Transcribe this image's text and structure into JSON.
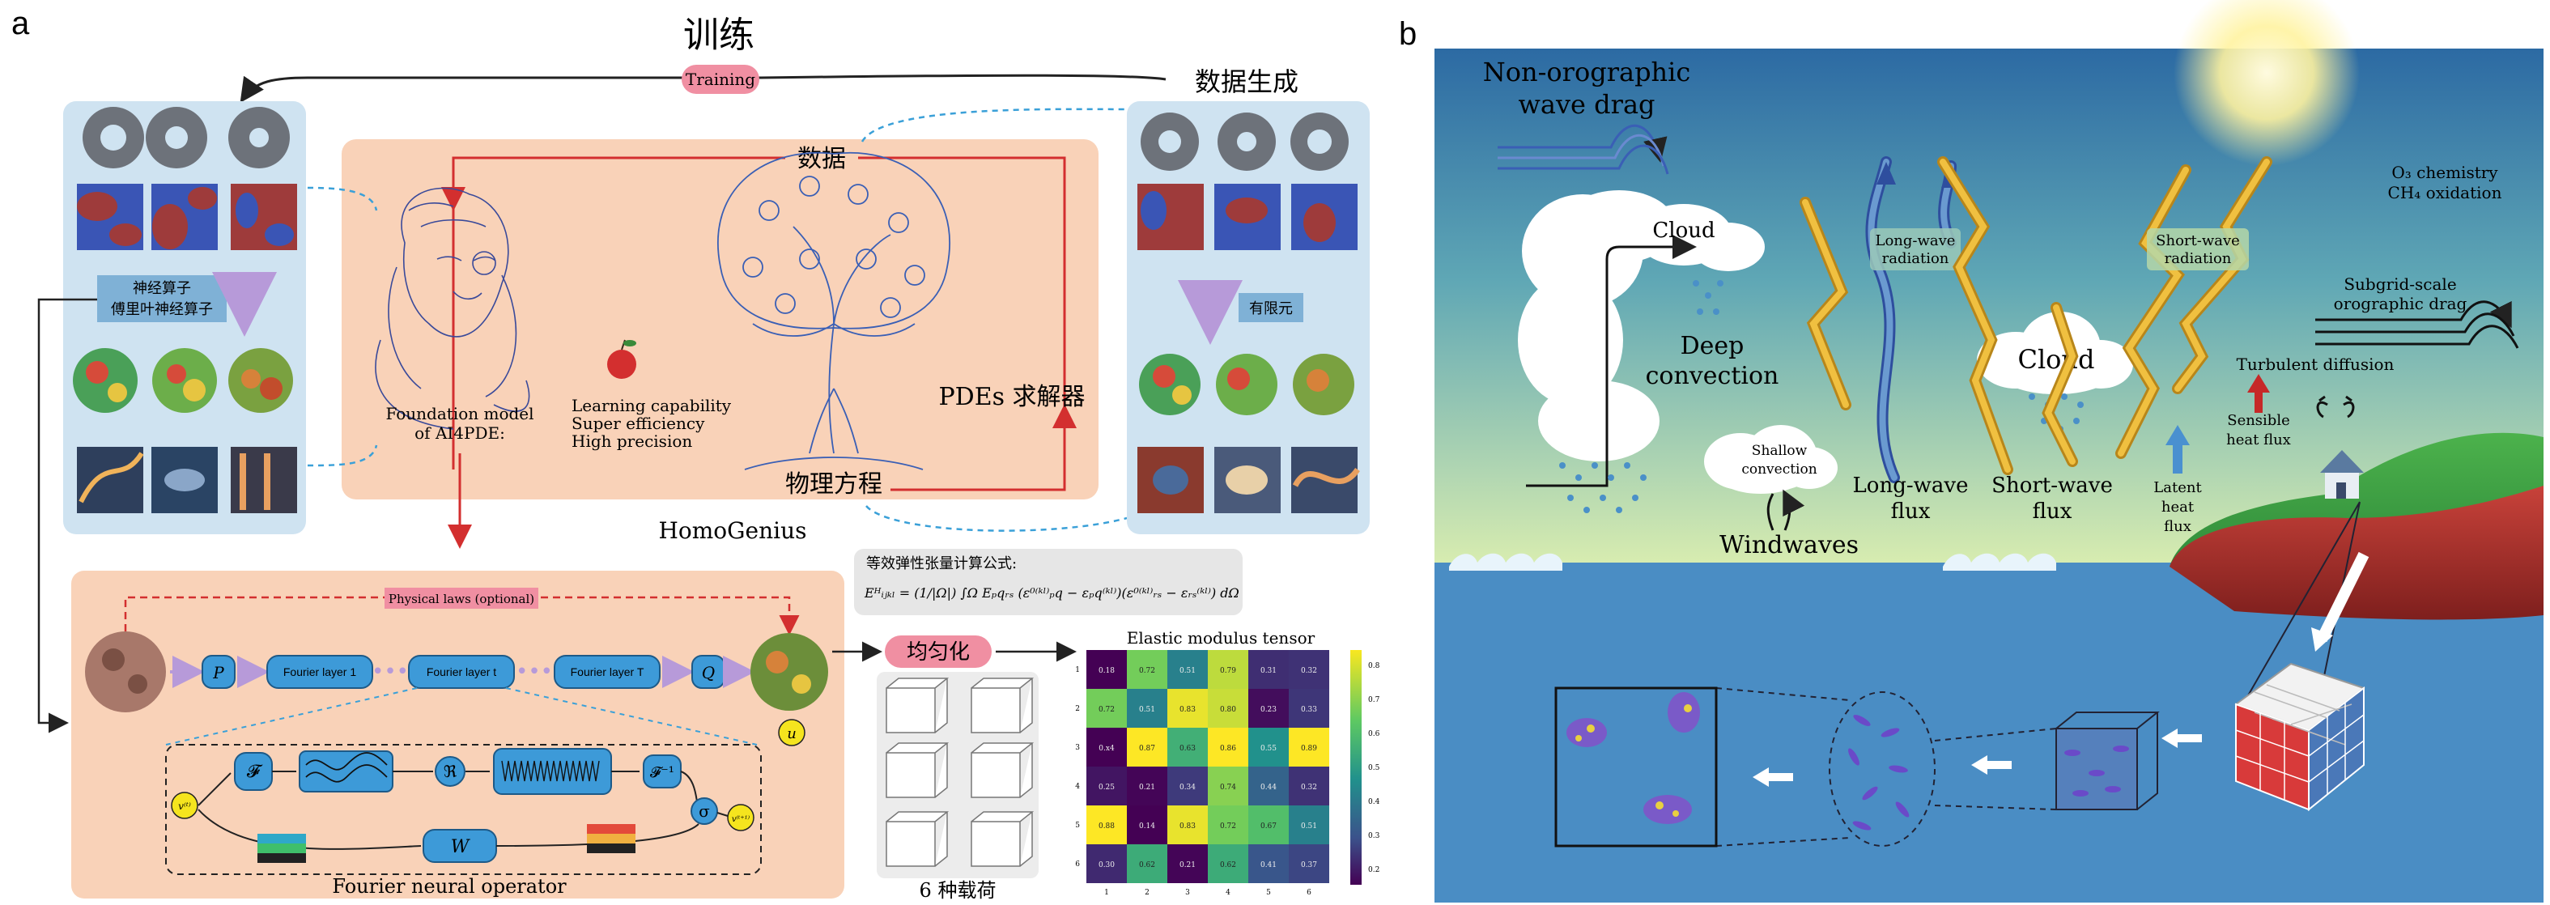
{
  "panel_a": {
    "letter": "a",
    "training_title": "训练",
    "training_badge": "Training",
    "data_generation": "数据生成",
    "data_label": "数据",
    "newton_caption_1": "Foundation model",
    "newton_caption_2": "of AI4PDE:",
    "capabilities": [
      "Learning capability",
      "Super efficiency",
      "High precision"
    ],
    "pde_solver": "PDEs 求解器",
    "physics_equation": "物理方程",
    "homogenius": "HomoGenius",
    "neural_operator_1": "神经算子",
    "neural_operator_2": "傅里叶神经算子",
    "finite_element": "有限元",
    "physical_laws": "Physical laws (optional)",
    "fno_layers": [
      "Fourier layer 1",
      "Fourier layer t",
      "Fourier layer T"
    ],
    "p_label": "P",
    "q_label": "Q",
    "u_label": "u",
    "w_label": "W",
    "f_label": "𝓕",
    "r_label": "ℜ",
    "finv_label": "𝓕⁻¹",
    "sigma_label": "σ",
    "v_in": "v⁽ᵗ⁾",
    "v_out": "v⁽ᵗ⁺¹⁾",
    "fno_title": "Fourier neural operator",
    "formula_title": "等效弹性张量计算公式:",
    "formula": "Eᴴᵢⱼₖₗ = (1/|Ω|) ∫Ω Eₚqᵣₛ (ε⁰⁽ᵏˡ⁾ₚq − εₚq⁽ᵏˡ⁾)(ε⁰⁽ᵏˡ⁾ᵣₛ − εᵣₛ⁽ᵏˡ⁾) dΩ",
    "homogenization": "均匀化",
    "loads_label": "6 种载荷",
    "heatmap_title": "Elastic modulus tensor",
    "colorbar_ticks": [
      "0.8",
      "0.7",
      "0.6",
      "0.5",
      "0.4",
      "0.3",
      "0.2"
    ],
    "heatmap_axis": [
      "1",
      "2",
      "3",
      "4",
      "5",
      "6"
    ],
    "heatmap_values": [
      [
        "0.18",
        "0.72",
        "0.51",
        "0.79",
        "0.31",
        "0.32"
      ],
      [
        "0.72",
        "0.51",
        "0.83",
        "0.80",
        "0.23",
        "0.33"
      ],
      [
        "0.x4",
        "0.87",
        "0.63",
        "0.86",
        "0.55",
        "0.89"
      ],
      [
        "0.25",
        "0.21",
        "0.34",
        "0.74",
        "0.44",
        "0.32"
      ],
      [
        "0.88",
        "0.14",
        "0.83",
        "0.72",
        "0.67",
        "0.51"
      ],
      [
        "0.30",
        "0.62",
        "0.21",
        "0.62",
        "0.41",
        "0.37"
      ]
    ]
  },
  "panel_b": {
    "letter": "b",
    "wave_drag_1": "Non-orographic",
    "wave_drag_2": "wave drag",
    "cloud_left": "Cloud",
    "deep_1": "Deep",
    "deep_2": "convection",
    "shallow_1": "Shallow",
    "shallow_2": "convection",
    "windwaves": "Windwaves",
    "lw_radiation_1": "Long-wave",
    "lw_radiation_2": "radiation",
    "sw_radiation_1": "Short-wave",
    "sw_radiation_2": "radiation",
    "cloud_right": "Cloud",
    "lw_flux_1": "Long-wave",
    "lw_flux_2": "flux",
    "sw_flux_1": "Short-wave",
    "sw_flux_2": "flux",
    "latent_1": "Latent",
    "latent_2": "heat",
    "latent_3": "flux",
    "o3": "O₃ chemistry",
    "ch4": "CH₄ oxidation",
    "subgrid_1": "Subgrid-scale",
    "subgrid_2": "orographic drag",
    "turbulent": "Turbulent diffusion",
    "sensible_1": "Sensible",
    "sensible_2": "heat flux"
  },
  "colors": {
    "salmon": "#f9d2b8",
    "light_blue_panel": "#cfe3f1",
    "training_pink": "#f08fa2",
    "box_blue": "#3d9ad8",
    "ocean": "#4a8dc4",
    "sky_top": "#2b6ea6",
    "sky_bottom": "#cde7a6"
  }
}
